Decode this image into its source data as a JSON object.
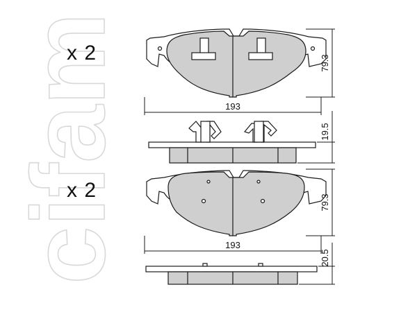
{
  "brand_watermark": "cifam",
  "upper_set": {
    "quantity": "x 2",
    "height": "79.3",
    "width": "193",
    "thickness": "19.5"
  },
  "lower_set": {
    "quantity": "x 2",
    "height": "79.3",
    "width": "193",
    "thickness": "20.5"
  },
  "colors": {
    "pad_fill": "#cfcfcf",
    "line": "#1a1a1a",
    "watermark": "#d8d8d8"
  }
}
